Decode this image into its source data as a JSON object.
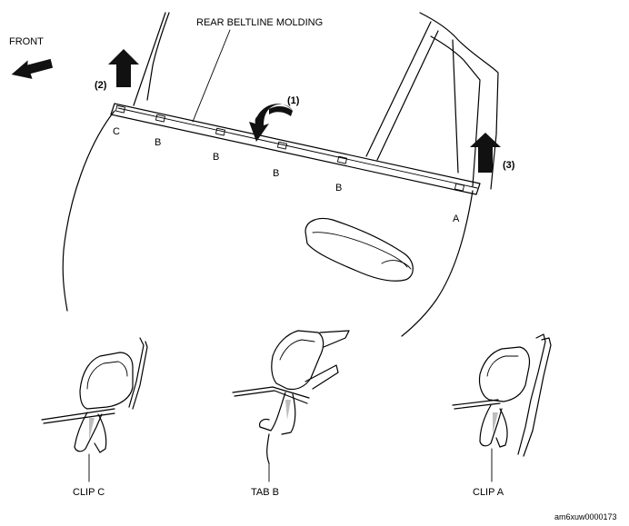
{
  "labels": {
    "front": "FRONT",
    "molding": "REAR BELTLINE MOLDING",
    "step1": "(1)",
    "step2": "(2)",
    "step3": "(3)",
    "clip_c_letter": "C",
    "clip_a_letter": "A",
    "tab_b_letter": "B",
    "clip_c": "CLIP C",
    "tab_b": "TAB B",
    "clip_a": "CLIP A",
    "figure_id": "am6xuw0000173"
  },
  "icons": [
    "front-direction-arrow-icon",
    "lift-up-arrow-icon",
    "rotate-arrow-icon"
  ]
}
